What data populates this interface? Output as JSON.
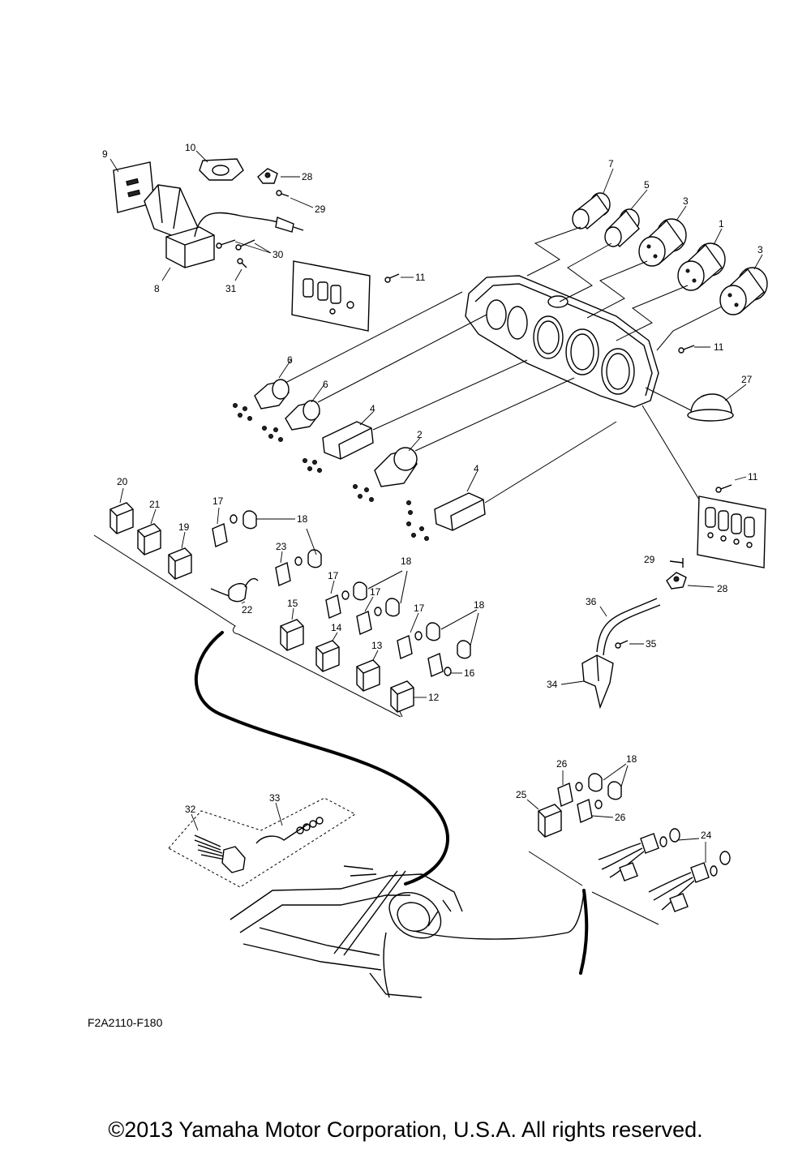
{
  "diagram": {
    "callouts": [
      "1",
      "2",
      "3",
      "4",
      "5",
      "6",
      "7",
      "8",
      "9",
      "10",
      "11",
      "12",
      "13",
      "14",
      "15",
      "16",
      "17",
      "18",
      "19",
      "20",
      "21",
      "22",
      "23",
      "24",
      "25",
      "26",
      "27",
      "28",
      "29",
      "30",
      "31",
      "32",
      "33",
      "34",
      "35",
      "36"
    ],
    "figure_code": "F2A2110-F180",
    "copyright": "©2013 Yamaha Motor Corporation, U.S.A. All rights reserved."
  }
}
